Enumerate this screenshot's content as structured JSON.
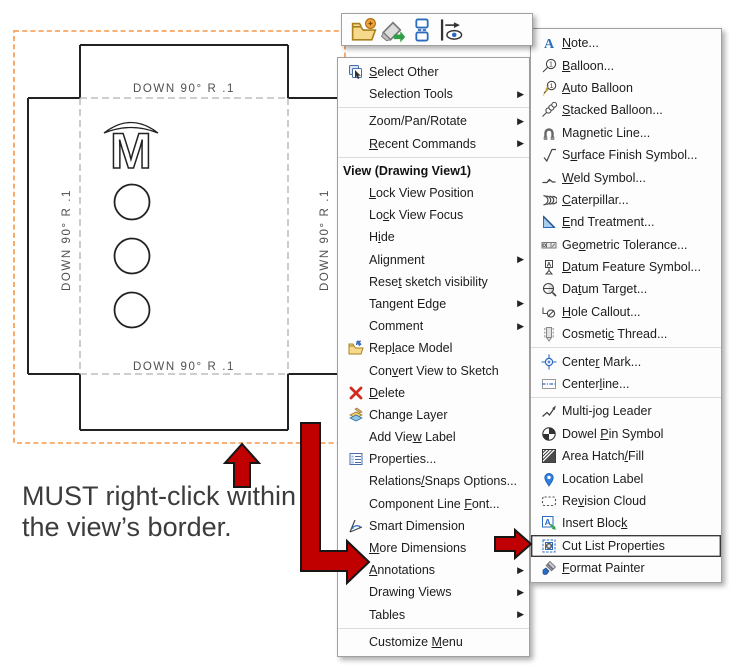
{
  "colors": {
    "arrow_red": "#c00000",
    "view_border_orange": "#f79646",
    "note_blue": "#2a6bbf",
    "delete_red": "#cf2b20"
  },
  "drawing": {
    "bend_note": "DOWN 90° R .1",
    "logo_letter": "M"
  },
  "caption": {
    "line1": "MUST right-click within",
    "line2": "the view’s border."
  },
  "toolbar": {
    "buttons": [
      {
        "icon": "folder-badge"
      },
      {
        "icon": "eraser-arrow"
      },
      {
        "icon": "stacked-rects"
      },
      {
        "icon": "align-eye"
      }
    ]
  },
  "context_menu": {
    "items": [
      {
        "label": "Select Other",
        "u": 0,
        "icon": "select-other"
      },
      {
        "label": "Selection Tools",
        "u": -1,
        "sub": true
      },
      {
        "sep": true
      },
      {
        "label": "Zoom/Pan/Rotate",
        "u": -1,
        "sub": true
      },
      {
        "label": "Recent Commands",
        "u": 0,
        "sub": true
      },
      {
        "sep": true
      },
      {
        "header": true,
        "label": "View (Drawing View1)"
      },
      {
        "label": "Lock View Position",
        "u": 0
      },
      {
        "label": "Lock View Focus",
        "u": 2
      },
      {
        "label": "Hide",
        "u": 1
      },
      {
        "label": "Alignment",
        "u": -1,
        "sub": true
      },
      {
        "label": "Reset sketch visibility",
        "u": 4
      },
      {
        "label": "Tangent Edge",
        "u": -1,
        "sub": true
      },
      {
        "label": "Comment",
        "u": -1,
        "sub": true
      },
      {
        "label": "Replace Model",
        "u": 3,
        "icon": "replace-model"
      },
      {
        "label": "Convert View to Sketch",
        "u": 3
      },
      {
        "label": "Delete",
        "u": 0,
        "icon": "delete"
      },
      {
        "label": "Change Layer",
        "u": -1,
        "icon": "change-layer"
      },
      {
        "label": "Add View Label",
        "u": 7
      },
      {
        "label": "Properties...",
        "u": -1,
        "icon": "properties-sheet"
      },
      {
        "label": "Relations/Snaps Options...",
        "u": 9
      },
      {
        "label": "Component Line Font...",
        "u": 15
      },
      {
        "label": "Smart Dimension",
        "u": -1,
        "icon": "smart-dimension"
      },
      {
        "label": "More Dimensions",
        "u": 0
      },
      {
        "label": "Annotations",
        "u": 0,
        "sub": true
      },
      {
        "label": "Drawing Views",
        "u": -1,
        "sub": true
      },
      {
        "label": "Tables",
        "u": -1,
        "sub": true
      },
      {
        "sep": true
      },
      {
        "label": "Customize Menu",
        "u": 10
      }
    ]
  },
  "annotations_submenu": {
    "items": [
      {
        "label": "Note...",
        "u": 0,
        "icon": "note"
      },
      {
        "label": "Balloon...",
        "u": 0,
        "icon": "balloon"
      },
      {
        "label": "Auto Balloon",
        "u": 0,
        "icon": "auto-balloon"
      },
      {
        "label": "Stacked Balloon...",
        "u": 0,
        "icon": "stacked-balloon"
      },
      {
        "label": "Magnetic Line...",
        "u": -1,
        "icon": "magnetic-line"
      },
      {
        "label": "Surface Finish Symbol...",
        "u": 1,
        "icon": "surface-finish"
      },
      {
        "label": "Weld Symbol...",
        "u": 0,
        "icon": "weld-symbol"
      },
      {
        "label": "Caterpillar...",
        "u": 0,
        "icon": "caterpillar"
      },
      {
        "label": "End Treatment...",
        "u": 0,
        "icon": "end-treatment"
      },
      {
        "label": "Geometric Tolerance...",
        "u": 2,
        "icon": "geometric-tolerance"
      },
      {
        "label": "Datum Feature Symbol...",
        "u": 0,
        "icon": "datum-feature"
      },
      {
        "label": "Datum Target...",
        "u": 2,
        "icon": "datum-target"
      },
      {
        "label": "Hole Callout...",
        "u": 0,
        "icon": "hole-callout"
      },
      {
        "label": "Cosmetic Thread...",
        "u": 7,
        "icon": "cosmetic-thread"
      },
      {
        "sep": true
      },
      {
        "label": "Center Mark...",
        "u": 5,
        "icon": "center-mark"
      },
      {
        "label": "Centerline...",
        "u": 6,
        "icon": "centerline"
      },
      {
        "sep": true
      },
      {
        "label": "Multi-jog Leader",
        "u": 6,
        "icon": "multi-jog-leader"
      },
      {
        "label": "Dowel Pin Symbol",
        "u": 6,
        "icon": "dowel-pin"
      },
      {
        "label": "Area Hatch/Fill",
        "u": 10,
        "icon": "area-hatch"
      },
      {
        "label": "Location Label",
        "u": -1,
        "icon": "location-label"
      },
      {
        "label": "Revision Cloud",
        "u": 2,
        "icon": "revision-cloud"
      },
      {
        "label": "Insert Block",
        "u": 11,
        "icon": "insert-block"
      },
      {
        "label": "Cut List Properties",
        "u": -1,
        "icon": "cut-list",
        "boxed": true
      },
      {
        "label": "Format Painter",
        "u": 0,
        "icon": "format-painter"
      }
    ]
  }
}
